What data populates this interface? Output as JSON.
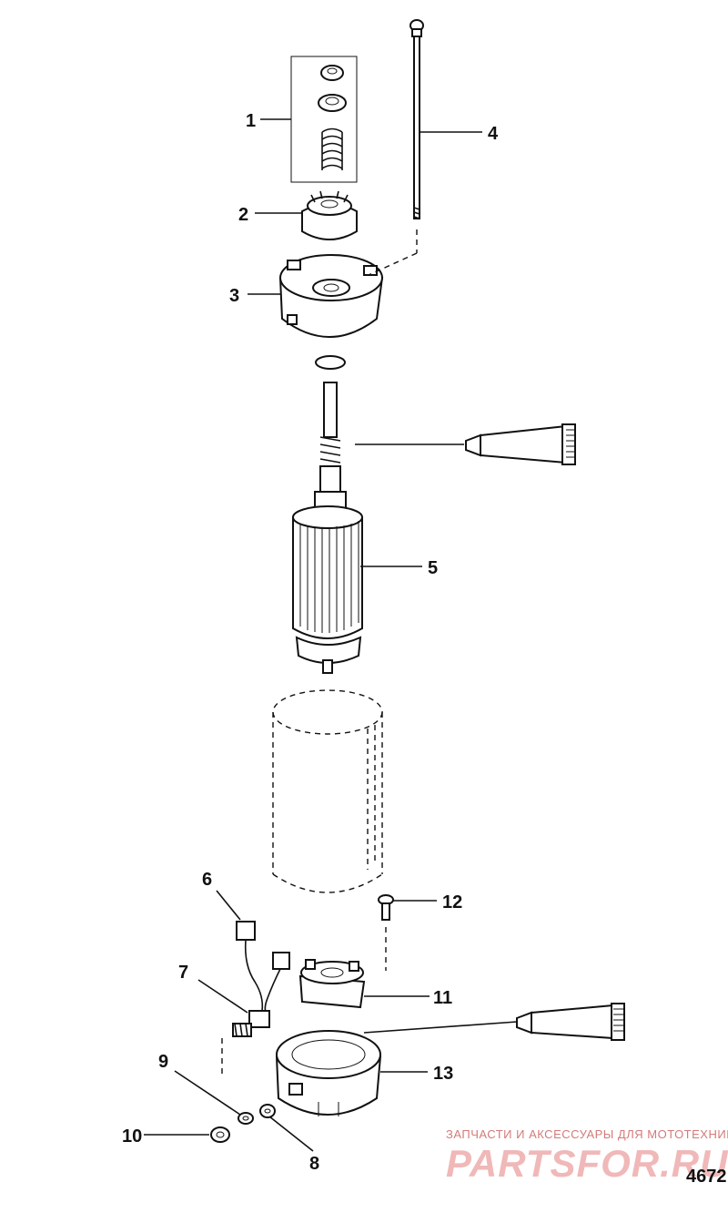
{
  "callouts": {
    "c1": "1",
    "c2": "2",
    "c3": "3",
    "c4": "4",
    "c5": "5",
    "c6": "6",
    "c7": "7",
    "c8": "8",
    "c9": "9",
    "c10": "10",
    "c11": "11",
    "c12": "12",
    "c13": "13"
  },
  "watermark": {
    "tagline": "ЗАПЧАСТИ И АКСЕССУАРЫ ДЛЯ МОТОТЕХНИКИ",
    "brand": "PARTSFOR.RU"
  },
  "doc_number": "4672"
}
